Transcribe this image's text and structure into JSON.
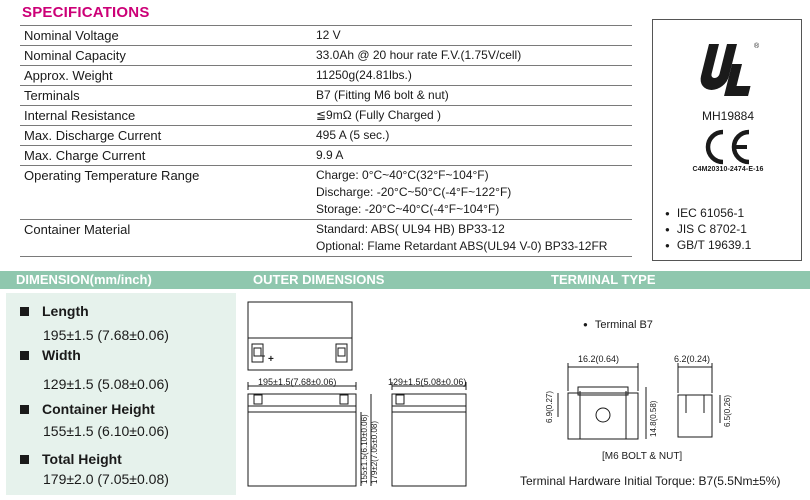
{
  "spec": {
    "title": "SPECIFICATIONS",
    "rows": [
      {
        "label": "Nominal Voltage",
        "values": [
          "12 V"
        ]
      },
      {
        "label": "Nominal Capacity",
        "values": [
          "33.0Ah @ 20 hour rate F.V.(1.75V/cell)"
        ]
      },
      {
        "label": "Approx. Weight",
        "values": [
          "11250g(24.81lbs.)"
        ]
      },
      {
        "label": "Terminals",
        "values": [
          "B7 (Fitting M6 bolt & nut)"
        ]
      },
      {
        "label": "Internal Resistance",
        "values": [
          "≦9mΩ  (Fully Charged )"
        ]
      },
      {
        "label": "Max. Discharge Current",
        "values": [
          "495 A (5 sec.)"
        ]
      },
      {
        "label": "Max. Charge Current",
        "values": [
          "9.9 A"
        ]
      },
      {
        "label": "Operating Temperature Range",
        "values": [
          "Charge: 0°C~40°C(32°F~104°F)",
          "Discharge: -20°C~50°C(-4°F~122°F)",
          "Storage: -20°C~40°C(-4°F~104°F)"
        ]
      },
      {
        "label": "Container Material",
        "values": [
          "Standard: ABS( UL94 HB)        BP33-12",
          "Optional: Flame Retardant ABS(UL94 V-0)  BP33-12FR"
        ]
      }
    ]
  },
  "certs": {
    "ul_code": "MH19884",
    "ce_code": "C4M20310-2474-E-16",
    "standards": [
      "IEC 61056-1",
      "JIS C 8702-1",
      "GB/T 19639.1"
    ]
  },
  "sections": {
    "dimension": "DIMENSION(mm/inch)",
    "outer": "OUTER DIMENSIONS",
    "terminal": "TERMINAL TYPE"
  },
  "dimensions": [
    {
      "label": "Length",
      "value": "195±1.5  (7.68±0.06)"
    },
    {
      "label": "Width",
      "value": "129±1.5  (5.08±0.06)"
    },
    {
      "label": "Container Height",
      "value": "155±1.5  (6.10±0.06)"
    },
    {
      "label": "Total Height",
      "value": "179±2.0  (7.05±0.08)"
    }
  ],
  "outer_drawing": {
    "length_dim": "195±1.5(7.68±0.06)",
    "width_dim": "129±1.5(5.08±0.06)",
    "container_height_dim": "155±1.5(6.10±0.06)",
    "total_height_dim": "179±2(7.05±0.08)",
    "pos_sign": "+",
    "neg_sign": "−"
  },
  "terminal": {
    "label": "Terminal B7",
    "dim_width": "16.2(0.64)",
    "dim_right_width": "6.2(0.24)",
    "dim_left_height": "6.9(0.27)",
    "dim_mid_height": "14.8(0.58)",
    "dim_right_height": "6.5(0.26)",
    "nut_label": "[M6 BOLT & NUT]",
    "torque": "Terminal Hardware Initial Torque: B7(5.5Nm±5%)"
  },
  "colors": {
    "title": "#cc0077",
    "section_bar": "#8fc7ae",
    "dimension_panel": "#e6f2ec"
  }
}
